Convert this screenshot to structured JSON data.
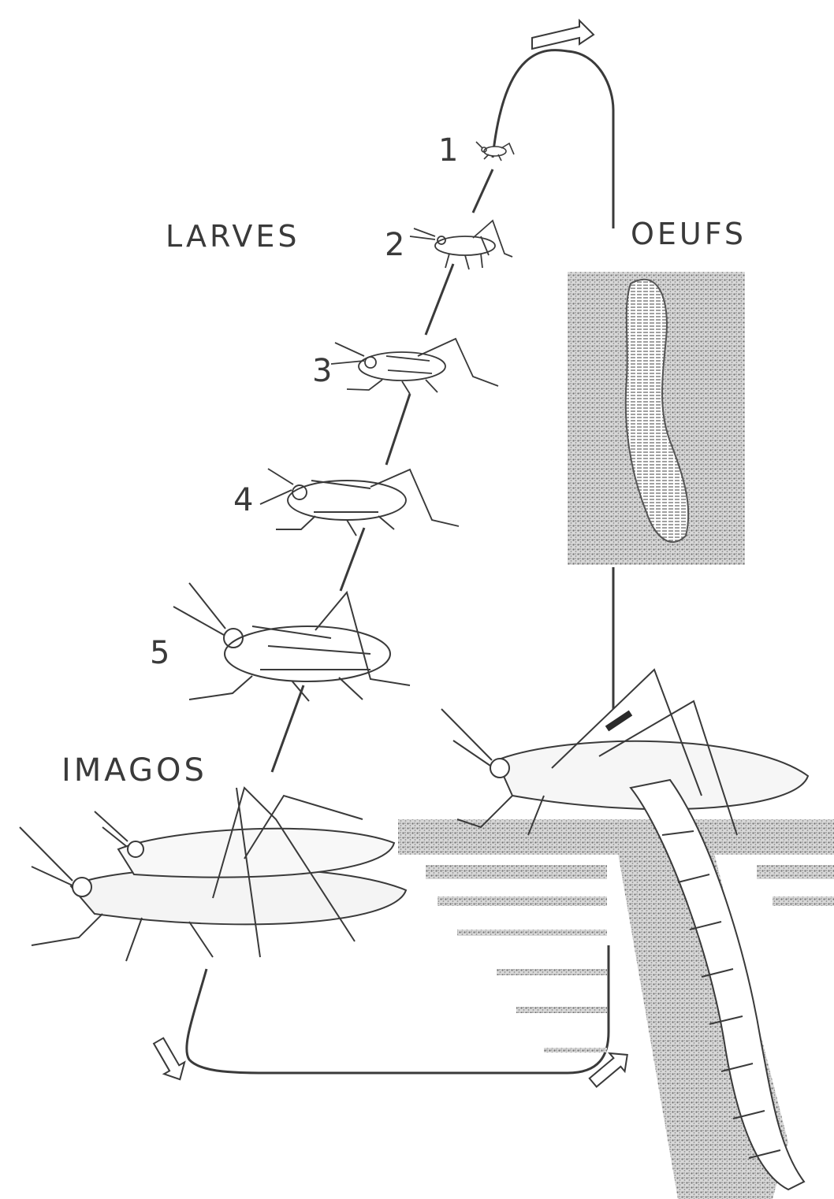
{
  "labels": {
    "larves": "LARVES",
    "oeufs": "OEUFS",
    "imagos": "IMAGOS"
  },
  "stages": [
    "1",
    "2",
    "3",
    "4",
    "5"
  ],
  "colors": {
    "ink": "#3a3a3a",
    "soil": "#8a8a8a",
    "background": "#ffffff"
  },
  "icons": [
    "grasshopper-nymph-icon",
    "grasshopper-adult-icon",
    "egg-pod-icon",
    "cycle-arrow-icon"
  ]
}
